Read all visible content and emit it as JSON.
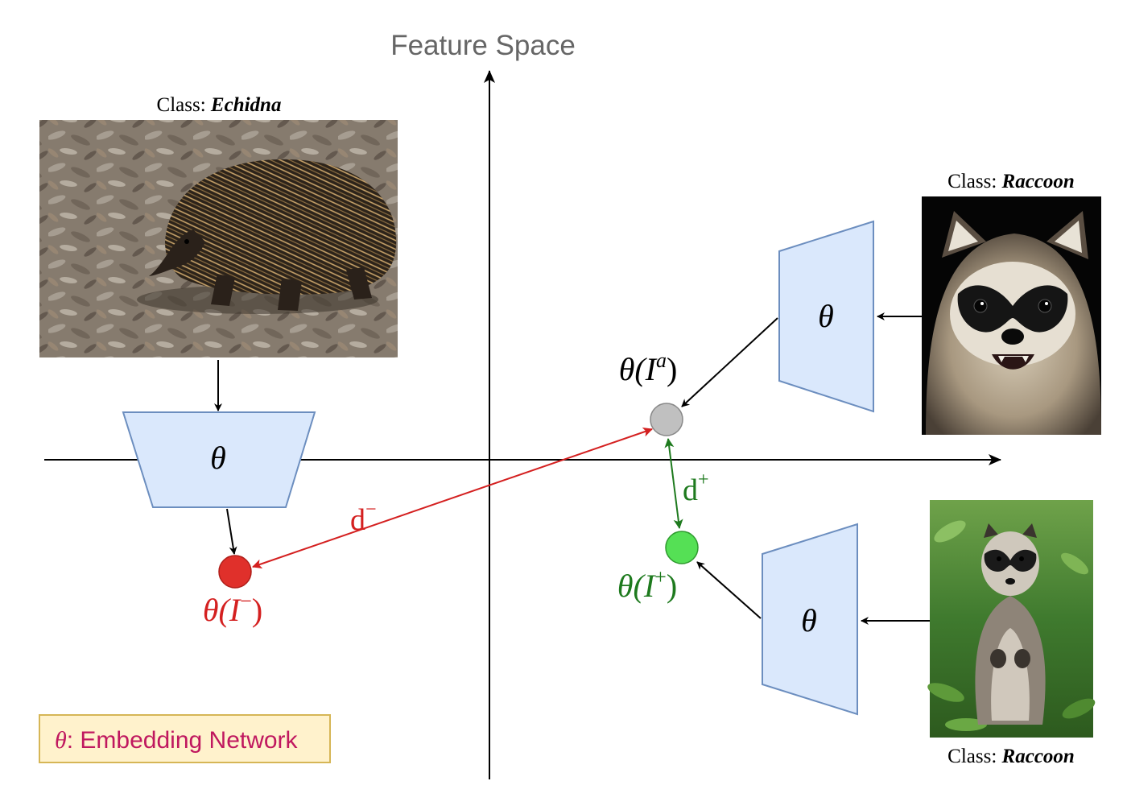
{
  "title": "Feature Space",
  "theta": "θ",
  "images": {
    "echidna": {
      "class_prefix": "Class:",
      "class_name": "Echidna"
    },
    "raccoon_anchor": {
      "class_prefix": "Class:",
      "class_name": "Raccoon"
    },
    "raccoon_positive": {
      "class_prefix": "Class:",
      "class_name": "Raccoon"
    }
  },
  "points": {
    "anchor": {
      "fn": "θ(",
      "var": "I",
      "sup": "a",
      "close": ")",
      "color": "#c0c0c0"
    },
    "negative": {
      "fn": "θ(",
      "var": "I",
      "sup": "−",
      "close": ")",
      "color": "#e0302b"
    },
    "positive": {
      "fn": "θ(",
      "var": "I",
      "sup": "+",
      "close": ")",
      "color": "#55e055"
    }
  },
  "distances": {
    "negative": {
      "base": "d",
      "sup": "−",
      "color": "#d42020"
    },
    "positive": {
      "base": "d",
      "sup": "+",
      "color": "#1e7a1e"
    }
  },
  "legend": {
    "symbol": "θ",
    "text": ": Embedding Network"
  },
  "colors": {
    "network_fill": "#dae8fc",
    "network_stroke": "#6c8ebf",
    "legend_fill": "#fff2cc",
    "legend_stroke": "#d6b656",
    "legend_text": "#c0185f",
    "negative": "#d42020",
    "positive": "#1e7a1e"
  }
}
